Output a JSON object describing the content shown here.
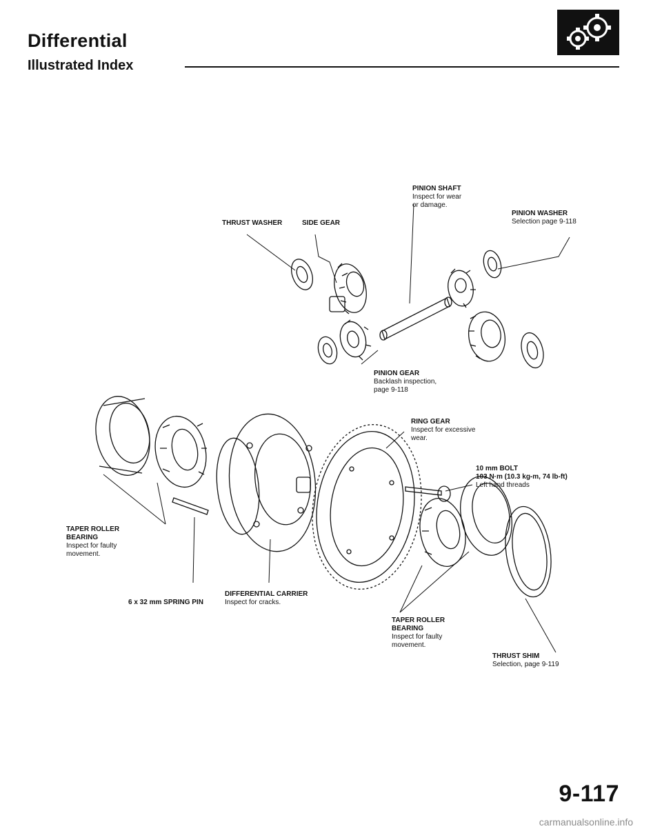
{
  "header": {
    "title": "Differential",
    "subtitle": "Illustrated Index",
    "icon": "differential-gears-icon"
  },
  "labels": {
    "pinion_shaft": {
      "name": "PINION SHAFT",
      "notes": [
        "Inspect for wear",
        "or damage."
      ]
    },
    "pinion_washer": {
      "name": "PINION WASHER",
      "notes": [
        "Selection page 9-118"
      ]
    },
    "thrust_washer": {
      "name": "THRUST WASHER"
    },
    "side_gear": {
      "name": "SIDE GEAR"
    },
    "pinion_gear": {
      "name": "PINION GEAR",
      "notes": [
        "Backlash inspection,",
        "page 9-118"
      ]
    },
    "ring_gear": {
      "name": "RING GEAR",
      "notes": [
        "Inspect for excessive",
        "wear."
      ]
    },
    "bolt": {
      "name": "10 mm BOLT",
      "spec": "103 N·m (10.3 kg-m, 74 lb-ft)",
      "notes": [
        "Left hand threads"
      ]
    },
    "taper_bearing_left": {
      "name": "TAPER ROLLER",
      "name2": "BEARING",
      "notes": [
        "Inspect for faulty",
        "movement."
      ]
    },
    "spring_pin": {
      "name": "6 x 32 mm SPRING PIN"
    },
    "carrier": {
      "name": "DIFFERENTIAL CARRIER",
      "notes": [
        "Inspect for cracks."
      ]
    },
    "taper_bearing_right": {
      "name": "TAPER ROLLER",
      "name2": "BEARING",
      "notes": [
        "Inspect for faulty",
        "movement."
      ]
    },
    "thrust_shim": {
      "name": "THRUST SHIM",
      "notes": [
        "Selection, page 9-119"
      ]
    }
  },
  "footer": {
    "page_number": "9-117",
    "watermark": "carmanualsonline.info"
  }
}
